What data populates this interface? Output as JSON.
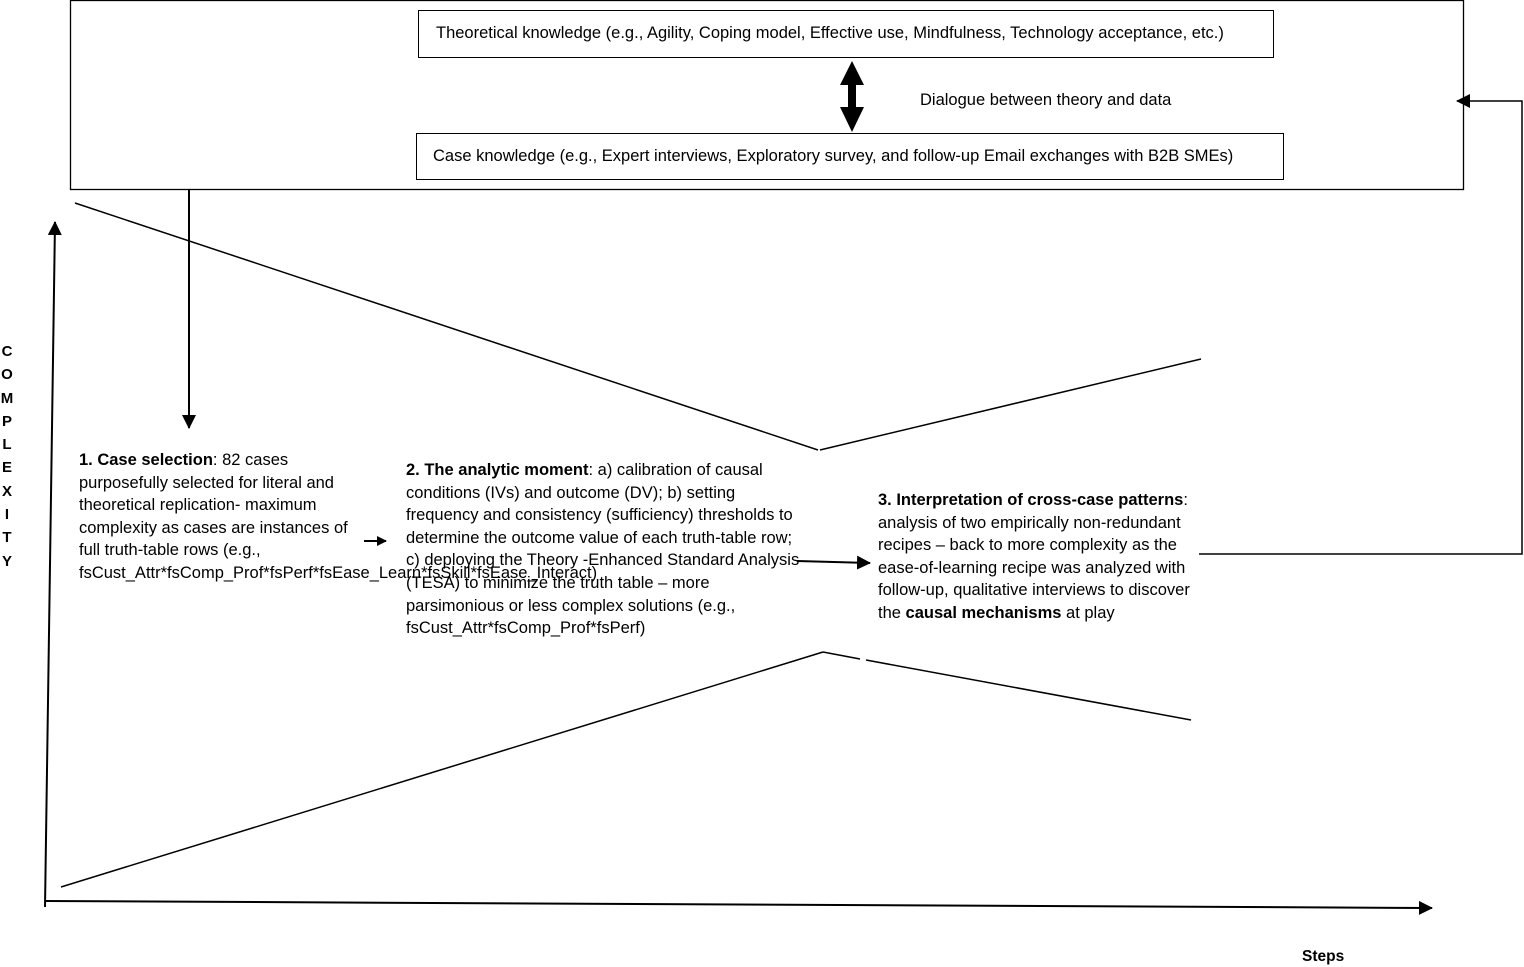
{
  "top_panel": {
    "theoretical_box": "Theoretical knowledge (e.g., Agility, Coping model, Effective use, Mindfulness, Technology acceptance, etc.)",
    "case_box": "Case knowledge (e.g., Expert interviews, Exploratory survey, and follow-up Email exchanges with B2B SMEs)",
    "dialogue_label": "Dialogue between theory and data"
  },
  "axes": {
    "y_label_letters": [
      "C",
      "O",
      "M",
      "P",
      "L",
      "E",
      "X",
      "I",
      "T",
      "Y"
    ],
    "x_label": "Steps"
  },
  "steps": [
    {
      "title": "1. Case selection",
      "body": ": 82 cases purposefully selected for literal and theoretical replication- maximum complexity as cases are instances of full truth-table rows (e.g., fsCust_Attr*fsComp_Prof*fsPerf*fsEase_Learn*fsSkill*fsEase_Interact)"
    },
    {
      "title": "2. The analytic moment",
      "body": ": a) calibration of causal conditions (IVs) and outcome (DV); b) setting frequency and consistency (sufficiency) thresholds to determine the outcome value of each truth-table row; c) deploying the Theory -Enhanced Standard Analysis (TESA) to minimize the truth table – more parsimonious or less complex solutions (e.g., fsCust_Attr*fsComp_Prof*fsPerf)"
    },
    {
      "title": "3. Interpretation of cross-case patterns",
      "body_before": ": analysis of two empirically non-redundant recipes – back to more complexity as the ease-of-learning recipe was analyzed with follow-up, qualitative interviews to discover the ",
      "body_bold": "causal mechanisms",
      "body_after": " at play"
    }
  ]
}
